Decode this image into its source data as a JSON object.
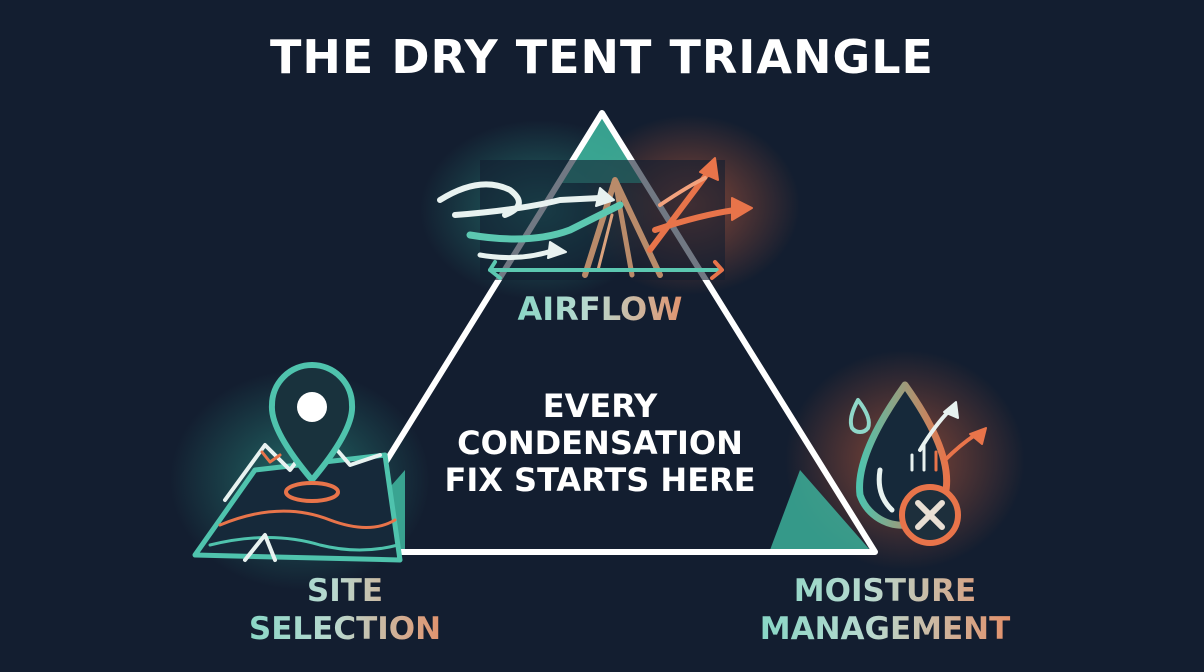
{
  "title": "THE DRY TENT TRIANGLE",
  "center_text": [
    "EVERY",
    "CONDENSATION",
    "FIX STARTS HERE"
  ],
  "nodes": {
    "airflow": {
      "label": "AIRFLOW",
      "icon": "wind-arrows-tent-icon"
    },
    "site_selection": {
      "label_lines": [
        "SITE",
        "SELECTION"
      ],
      "icon": "map-pin-mountain-icon"
    },
    "moisture_management": {
      "label_lines": [
        "MOISTURE",
        "MANAGEMENT"
      ],
      "icon": "water-drop-x-icon"
    }
  },
  "colors": {
    "background": "#131e30",
    "teal": "#3fb8a0",
    "orange": "#e8744a",
    "white": "#ffffff"
  }
}
